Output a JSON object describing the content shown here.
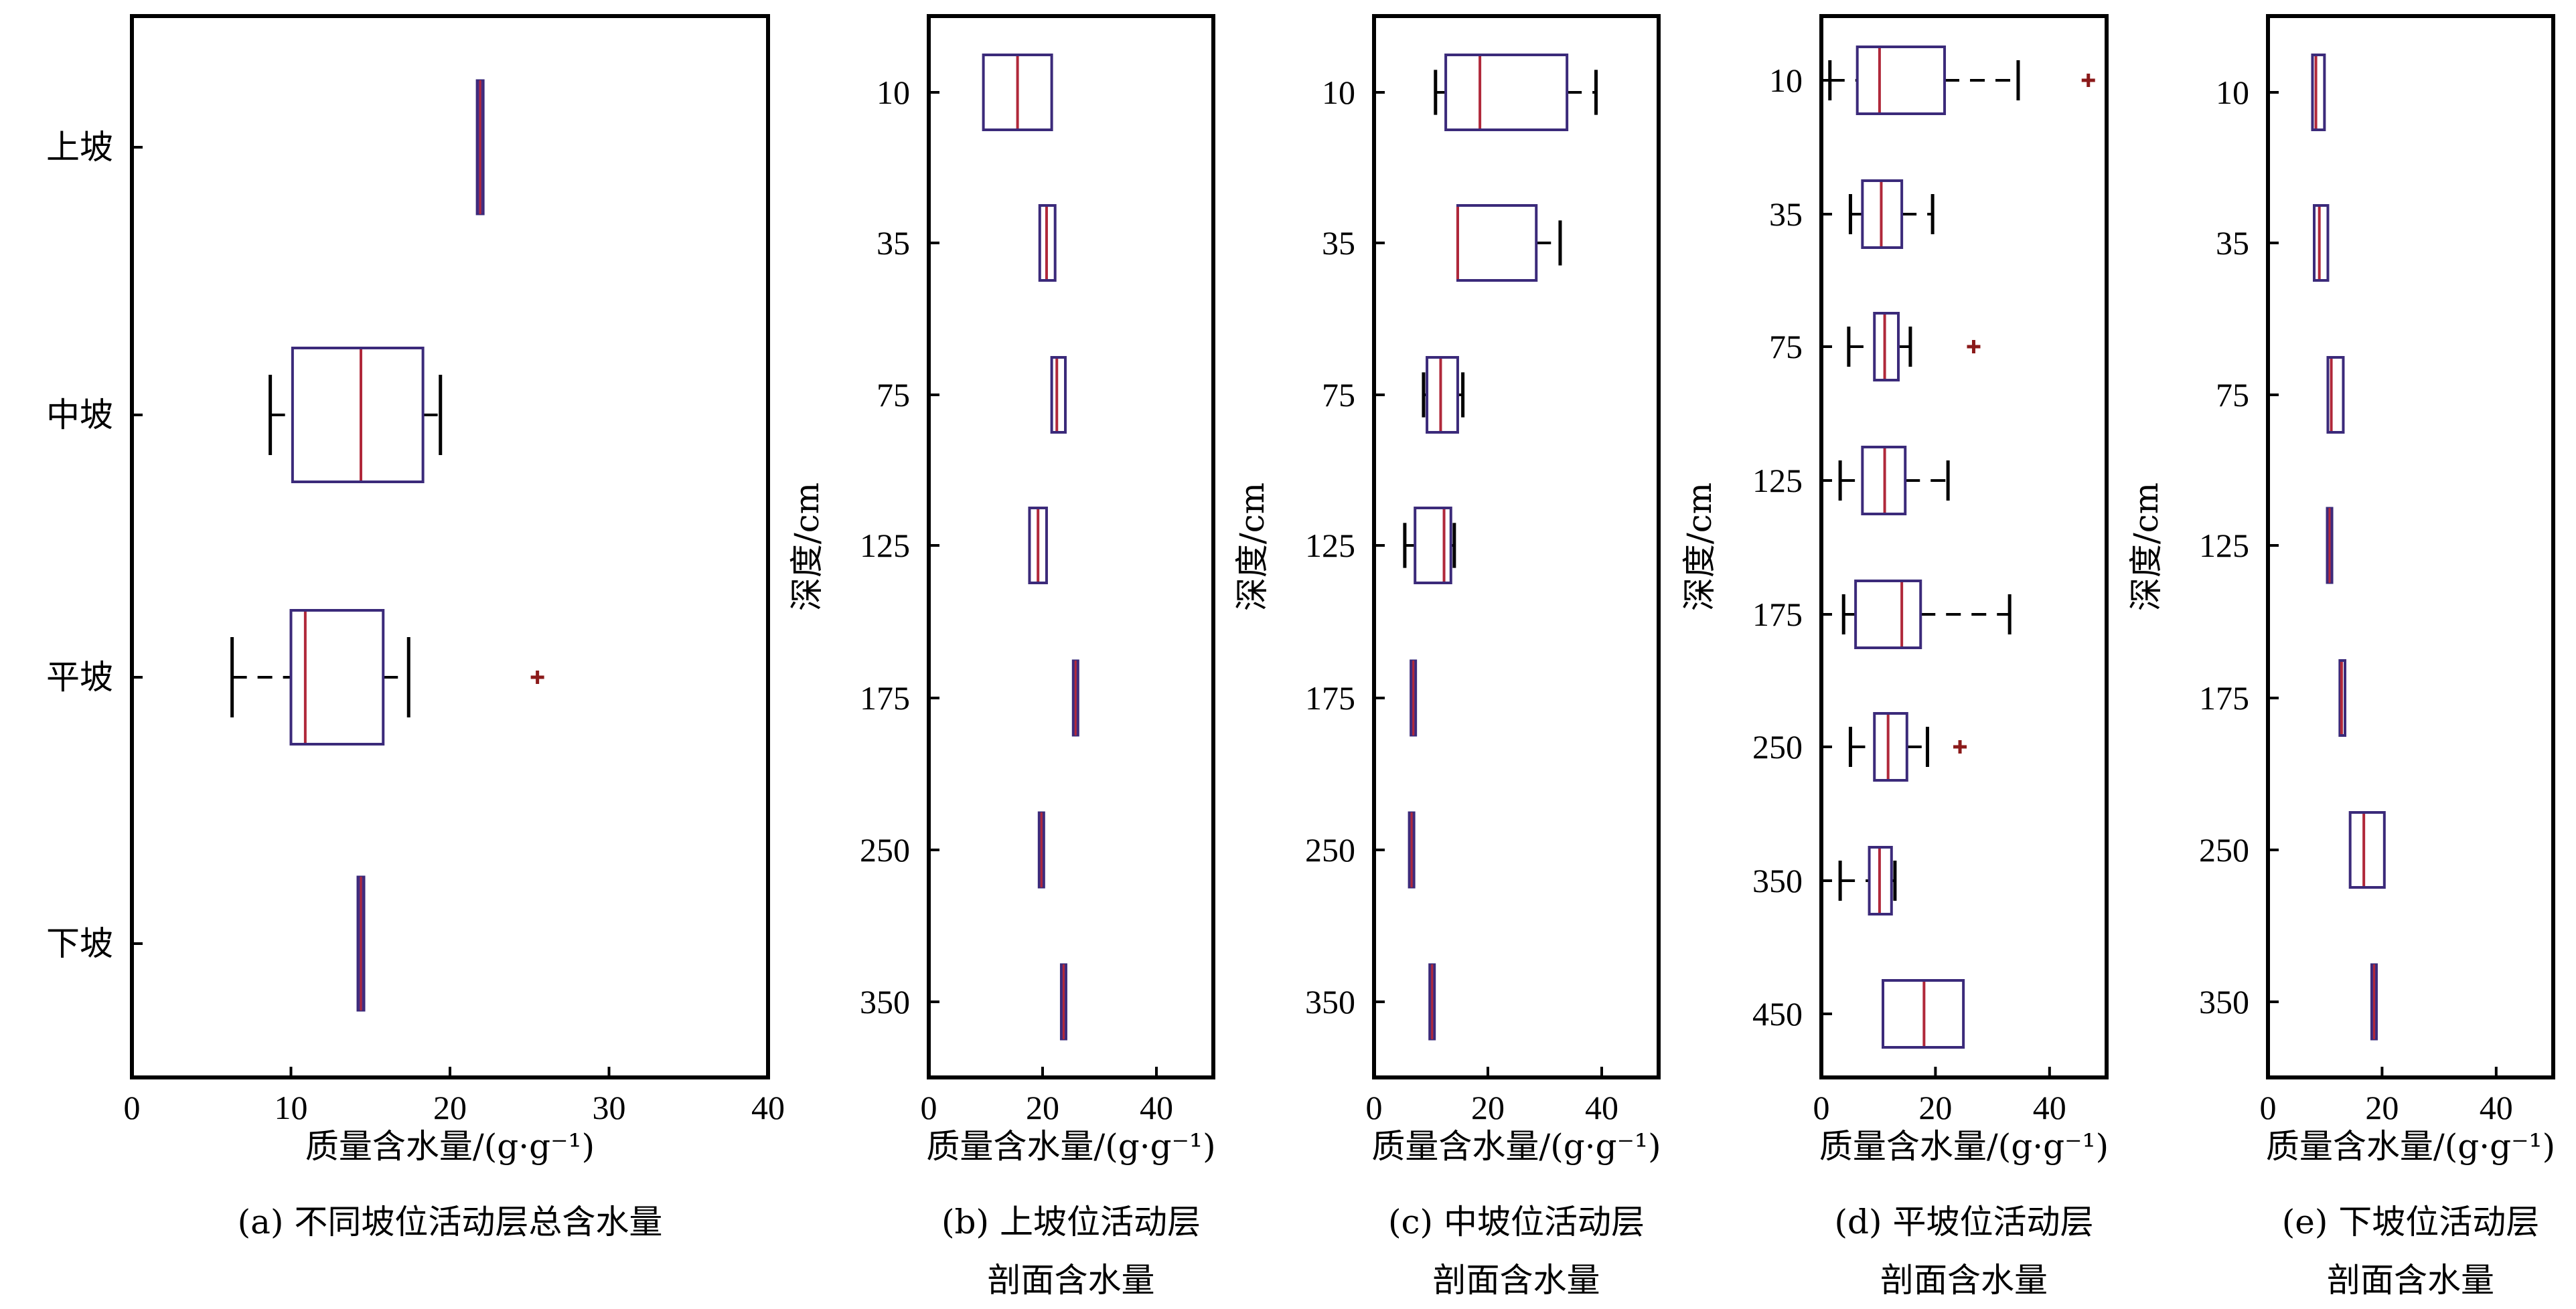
{
  "figure": {
    "colors": {
      "box": "#3b2a7a",
      "median": "#b0283a",
      "whisker": "#000000",
      "outlier": "#8b1a1a",
      "narrow_box_fill": "#4b2d84",
      "frame": "#000000"
    }
  },
  "chart_data": [
    {
      "id": "a",
      "type": "box",
      "orientation": "horizontal",
      "title": "",
      "xlabel": "质量含水量/(g·g⁻¹)",
      "ylabel": "",
      "caption": [
        "(a) 不同坡位活动层总含水量"
      ],
      "xlim": [
        0,
        40
      ],
      "xticks": [
        "0",
        "10",
        "20",
        "30",
        "40"
      ],
      "grid": false,
      "categories": [
        "上坡",
        "中坡",
        "平坡",
        "下坡"
      ],
      "boxes": [
        {
          "label": "上坡",
          "min": 21.9,
          "q1": 21.9,
          "median": 21.9,
          "q3": 21.9,
          "max": 21.9,
          "outliers": []
        },
        {
          "label": "中坡",
          "min": 8.7,
          "q1": 10.1,
          "median": 14.4,
          "q3": 18.3,
          "max": 19.4,
          "outliers": []
        },
        {
          "label": "平坡",
          "min": 6.3,
          "q1": 10.0,
          "median": 10.9,
          "q3": 15.8,
          "max": 17.4,
          "outliers": [
            25.5
          ]
        },
        {
          "label": "下坡",
          "min": 14.2,
          "q1": 14.2,
          "median": 14.4,
          "q3": 14.6,
          "max": 14.6,
          "outliers": []
        }
      ]
    },
    {
      "id": "b",
      "type": "box",
      "orientation": "horizontal",
      "title": "",
      "xlabel": "质量含水量/(g·g⁻¹)",
      "ylabel": "深度/cm",
      "caption": [
        "(b) 上坡位活动层",
        "剖面含水量"
      ],
      "xlim": [
        0,
        50
      ],
      "xticks": [
        "0",
        "20",
        "40"
      ],
      "grid": false,
      "categories": [
        "10",
        "35",
        "75",
        "125",
        "175",
        "250",
        "350"
      ],
      "boxes": [
        {
          "label": "10",
          "min": 9.6,
          "q1": 9.6,
          "median": 15.6,
          "q3": 21.6,
          "max": 21.6,
          "outliers": []
        },
        {
          "label": "35",
          "min": 19.5,
          "q1": 19.5,
          "median": 20.7,
          "q3": 22.2,
          "max": 22.2,
          "outliers": []
        },
        {
          "label": "75",
          "min": 21.6,
          "q1": 21.6,
          "median": 22.5,
          "q3": 24.0,
          "max": 24.0,
          "outliers": []
        },
        {
          "label": "125",
          "min": 17.7,
          "q1": 17.7,
          "median": 19.2,
          "q3": 20.7,
          "max": 20.7,
          "outliers": []
        },
        {
          "label": "175",
          "min": 25.8,
          "q1": 25.8,
          "median": 25.8,
          "q3": 25.8,
          "max": 25.8,
          "outliers": []
        },
        {
          "label": "250",
          "min": 19.8,
          "q1": 19.8,
          "median": 19.8,
          "q3": 19.8,
          "max": 19.8,
          "outliers": []
        },
        {
          "label": "350",
          "min": 23.7,
          "q1": 23.7,
          "median": 23.7,
          "q3": 23.7,
          "max": 23.7,
          "outliers": []
        }
      ]
    },
    {
      "id": "c",
      "type": "box",
      "orientation": "horizontal",
      "title": "",
      "xlabel": "质量含水量/(g·g⁻¹)",
      "ylabel": "深度/cm",
      "caption": [
        "(c) 中坡位活动层",
        "剖面含水量"
      ],
      "xlim": [
        0,
        50
      ],
      "xticks": [
        "0",
        "20",
        "40"
      ],
      "grid": false,
      "categories": [
        "10",
        "35",
        "75",
        "125",
        "175",
        "250",
        "350"
      ],
      "boxes": [
        {
          "label": "10",
          "min": 10.8,
          "q1": 12.6,
          "median": 18.6,
          "q3": 33.9,
          "max": 39.0,
          "outliers": []
        },
        {
          "label": "35",
          "min": 14.7,
          "q1": 14.7,
          "median": 14.7,
          "q3": 28.5,
          "max": 32.7,
          "outliers": []
        },
        {
          "label": "75",
          "min": 8.7,
          "q1": 9.3,
          "median": 11.7,
          "q3": 14.7,
          "max": 15.6,
          "outliers": []
        },
        {
          "label": "125",
          "min": 5.4,
          "q1": 7.2,
          "median": 12.3,
          "q3": 13.5,
          "max": 14.1,
          "outliers": []
        },
        {
          "label": "175",
          "min": 6.9,
          "q1": 6.9,
          "median": 6.9,
          "q3": 6.9,
          "max": 6.9,
          "outliers": []
        },
        {
          "label": "250",
          "min": 6.6,
          "q1": 6.6,
          "median": 6.6,
          "q3": 6.6,
          "max": 6.6,
          "outliers": []
        },
        {
          "label": "350",
          "min": 10.2,
          "q1": 10.2,
          "median": 10.2,
          "q3": 10.2,
          "max": 10.2,
          "outliers": []
        }
      ]
    },
    {
      "id": "d",
      "type": "box",
      "orientation": "horizontal",
      "title": "",
      "xlabel": "质量含水量/(g·g⁻¹)",
      "ylabel": "深度/cm",
      "caption": [
        "(d) 平坡位活动层",
        "剖面含水量"
      ],
      "xlim": [
        0,
        50
      ],
      "xticks": [
        "0",
        "20",
        "40"
      ],
      "grid": false,
      "categories": [
        "10",
        "35",
        "75",
        "125",
        "175",
        "250",
        "350",
        "450"
      ],
      "boxes": [
        {
          "label": "10",
          "min": 1.5,
          "q1": 6.3,
          "median": 10.2,
          "q3": 21.6,
          "max": 34.5,
          "outliers": [
            46.8
          ]
        },
        {
          "label": "35",
          "min": 5.1,
          "q1": 7.2,
          "median": 10.5,
          "q3": 14.1,
          "max": 19.5,
          "outliers": []
        },
        {
          "label": "75",
          "min": 4.8,
          "q1": 9.3,
          "median": 11.1,
          "q3": 13.5,
          "max": 15.6,
          "outliers": [
            26.7
          ]
        },
        {
          "label": "125",
          "min": 3.3,
          "q1": 7.2,
          "median": 11.1,
          "q3": 14.7,
          "max": 22.2,
          "outliers": []
        },
        {
          "label": "175",
          "min": 3.9,
          "q1": 6.0,
          "median": 14.1,
          "q3": 17.4,
          "max": 33.0,
          "outliers": []
        },
        {
          "label": "250",
          "min": 5.1,
          "q1": 9.3,
          "median": 11.7,
          "q3": 15.0,
          "max": 18.6,
          "outliers": [
            24.3
          ]
        },
        {
          "label": "350",
          "min": 3.3,
          "q1": 8.4,
          "median": 10.2,
          "q3": 12.3,
          "max": 12.9,
          "outliers": []
        },
        {
          "label": "450",
          "min": 10.8,
          "q1": 10.8,
          "median": 18.0,
          "q3": 24.9,
          "max": 24.9,
          "outliers": []
        }
      ]
    },
    {
      "id": "e",
      "type": "box",
      "orientation": "horizontal",
      "title": "",
      "xlabel": "质量含水量/(g·g⁻¹)",
      "ylabel": "深度/cm",
      "caption": [
        "(e) 下坡位活动层",
        "剖面含水量"
      ],
      "xlim": [
        0,
        50
      ],
      "xticks": [
        "0",
        "20",
        "40"
      ],
      "grid": false,
      "categories": [
        "10",
        "35",
        "75",
        "125",
        "175",
        "250",
        "350"
      ],
      "boxes": [
        {
          "label": "10",
          "min": 7.8,
          "q1": 7.8,
          "median": 8.4,
          "q3": 9.9,
          "max": 9.9,
          "outliers": []
        },
        {
          "label": "35",
          "min": 8.1,
          "q1": 8.1,
          "median": 9.0,
          "q3": 10.5,
          "max": 10.5,
          "outliers": []
        },
        {
          "label": "75",
          "min": 10.5,
          "q1": 10.5,
          "median": 11.1,
          "q3": 13.2,
          "max": 13.2,
          "outliers": []
        },
        {
          "label": "125",
          "min": 10.8,
          "q1": 10.8,
          "median": 10.8,
          "q3": 10.8,
          "max": 10.8,
          "outliers": []
        },
        {
          "label": "175",
          "min": 12.6,
          "q1": 12.6,
          "median": 12.9,
          "q3": 13.5,
          "max": 13.5,
          "outliers": []
        },
        {
          "label": "250",
          "min": 14.4,
          "q1": 14.4,
          "median": 16.8,
          "q3": 20.4,
          "max": 20.4,
          "outliers": []
        },
        {
          "label": "350",
          "min": 18.6,
          "q1": 18.6,
          "median": 18.6,
          "q3": 18.6,
          "max": 18.6,
          "outliers": []
        }
      ]
    }
  ]
}
